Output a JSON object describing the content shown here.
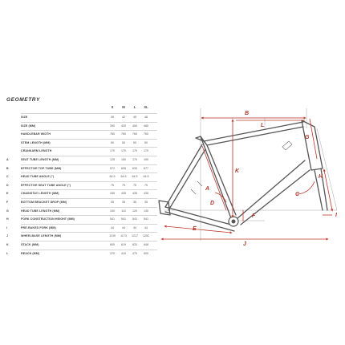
{
  "title": "GEOMETRY",
  "sizes": [
    "S",
    "M",
    "L",
    "XL"
  ],
  "rows": [
    {
      "code": "",
      "label": "SIZE",
      "values": [
        "39",
        "42",
        "45",
        "48"
      ]
    },
    {
      "code": "",
      "label": "SIZE (MM)",
      "values": [
        "390",
        "420",
        "450",
        "480"
      ]
    },
    {
      "code": "",
      "label": "HANDLEBAR WIDTH",
      "values": [
        "760",
        "760",
        "760",
        "760"
      ]
    },
    {
      "code": "",
      "label": "STEM LENGTH (MM)",
      "values": [
        "50",
        "50",
        "50",
        "50"
      ]
    },
    {
      "code": "",
      "label": "CRANKARM LENGTH",
      "values": [
        "170",
        "170",
        "170",
        "170"
      ]
    },
    {
      "code": "A",
      "label": "SEAT TUBE LENGTH (MM)",
      "values": [
        "125",
        "150",
        "170",
        "190"
      ]
    },
    {
      "code": "B",
      "label": "EFFECTIVE TOP TUBE (MM)",
      "values": [
        "572",
        "605",
        "630",
        "677"
      ]
    },
    {
      "code": "C",
      "label": "HEAD TUBE ANGLE (°)",
      "values": [
        "64.5",
        "64.5",
        "64.5",
        "64.5"
      ]
    },
    {
      "code": "D",
      "label": "EFFECTIVE SEAT TUBE ANGLE (°)",
      "values": [
        "75",
        "75",
        "75",
        "75"
      ]
    },
    {
      "code": "E",
      "label": "CHAINSTAY LENGTH (MM)",
      "values": [
        "435",
        "435",
        "435",
        "435"
      ]
    },
    {
      "code": "F",
      "label": "BOTTOM BRACKET DROP (MM)",
      "values": [
        "35",
        "35",
        "35",
        "35"
      ]
    },
    {
      "code": "G",
      "label": "HEAD TUBE LENGTH (MM)",
      "values": [
        "100",
        "110",
        "120",
        "130"
      ]
    },
    {
      "code": "H",
      "label": "FORK CONSTRUCTION HEIGHT (MM)",
      "values": [
        "541",
        "541",
        "541",
        "541"
      ]
    },
    {
      "code": "I",
      "label": "PRE-RAKED FORK (MM)",
      "values": [
        "44",
        "44",
        "44",
        "44"
      ]
    },
    {
      "code": "J",
      "label": "WHEELBASE LENGTH (MM)",
      "values": [
        "1139",
        "1173",
        "1217",
        "1252"
      ]
    },
    {
      "code": "K",
      "label": "STACK (MM)",
      "values": [
        "605",
        "619",
        "631",
        "648"
      ]
    },
    {
      "code": "L",
      "label": "REACH (MM)",
      "values": [
        "370",
        "410",
        "470",
        "500"
      ]
    }
  ],
  "diagram_labels": {
    "A": "A",
    "B": "B",
    "C": "C",
    "D": "D",
    "E": "E",
    "F": "F",
    "G": "G",
    "H": "H",
    "I": "I",
    "J": "J",
    "K": "K",
    "L": "L"
  },
  "colors": {
    "frame": "#555555",
    "dimension": "#c0392b",
    "guide": "#9a9a9a",
    "text": "#3a3a3a"
  }
}
